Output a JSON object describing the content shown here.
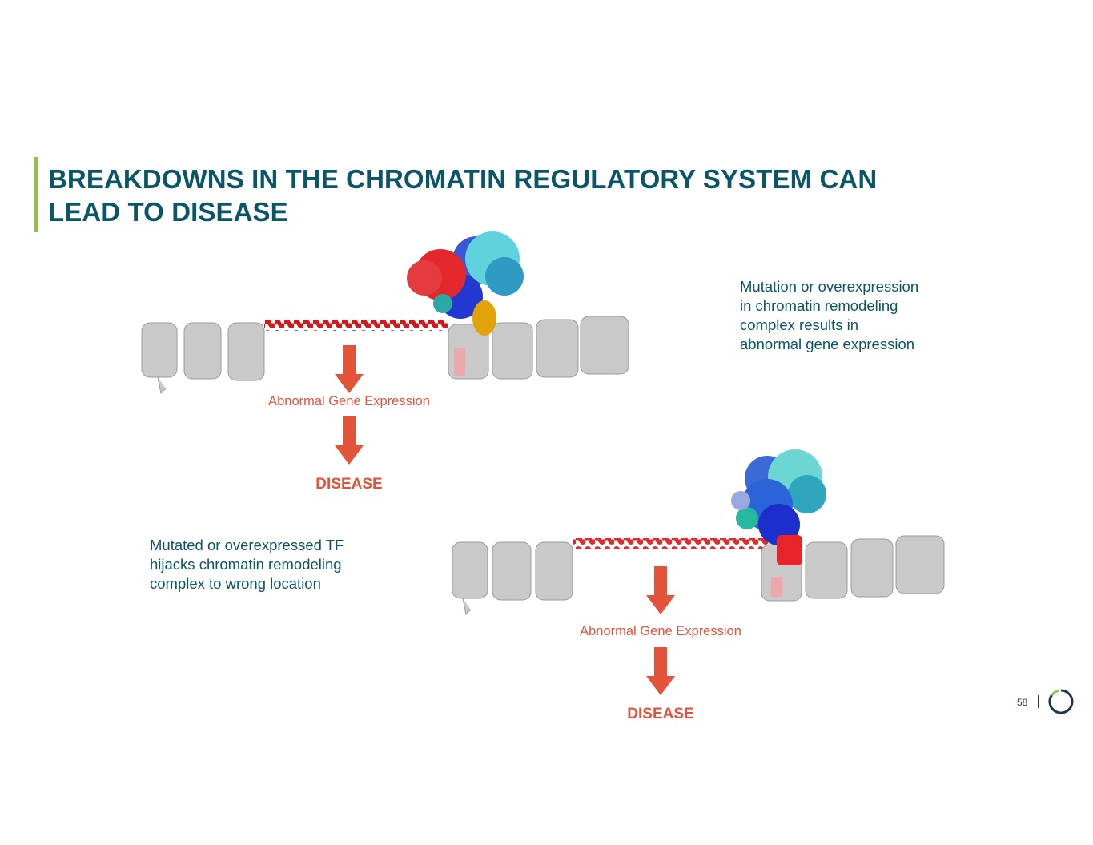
{
  "slide": {
    "title_line1": "BREAKDOWNS IN THE CHROMATIN REGULATORY SYSTEM CAN",
    "title_line2": "LEAD TO DISEASE",
    "accent_color": "#8cc63f",
    "title_color": "#0a5566",
    "highlight_color": "#e2533a",
    "page_number": "58"
  },
  "panel_top": {
    "caption": [
      "Mutation or overexpression",
      "in chromatin remodeling",
      "complex results in",
      "abnormal gene expression"
    ],
    "effect_label": "Abnormal Gene Expression",
    "outcome_label": "DISEASE",
    "illustration": "chromatin-remodeling-complex-on-dna"
  },
  "panel_bottom": {
    "caption": [
      "Mutated or overexpressed TF",
      "hijacks chromatin remodeling",
      "complex to wrong location"
    ],
    "effect_label": "Abnormal Gene Expression",
    "outcome_label": "DISEASE",
    "illustration": "tf-hijacked-remodeling-complex-on-dna"
  }
}
